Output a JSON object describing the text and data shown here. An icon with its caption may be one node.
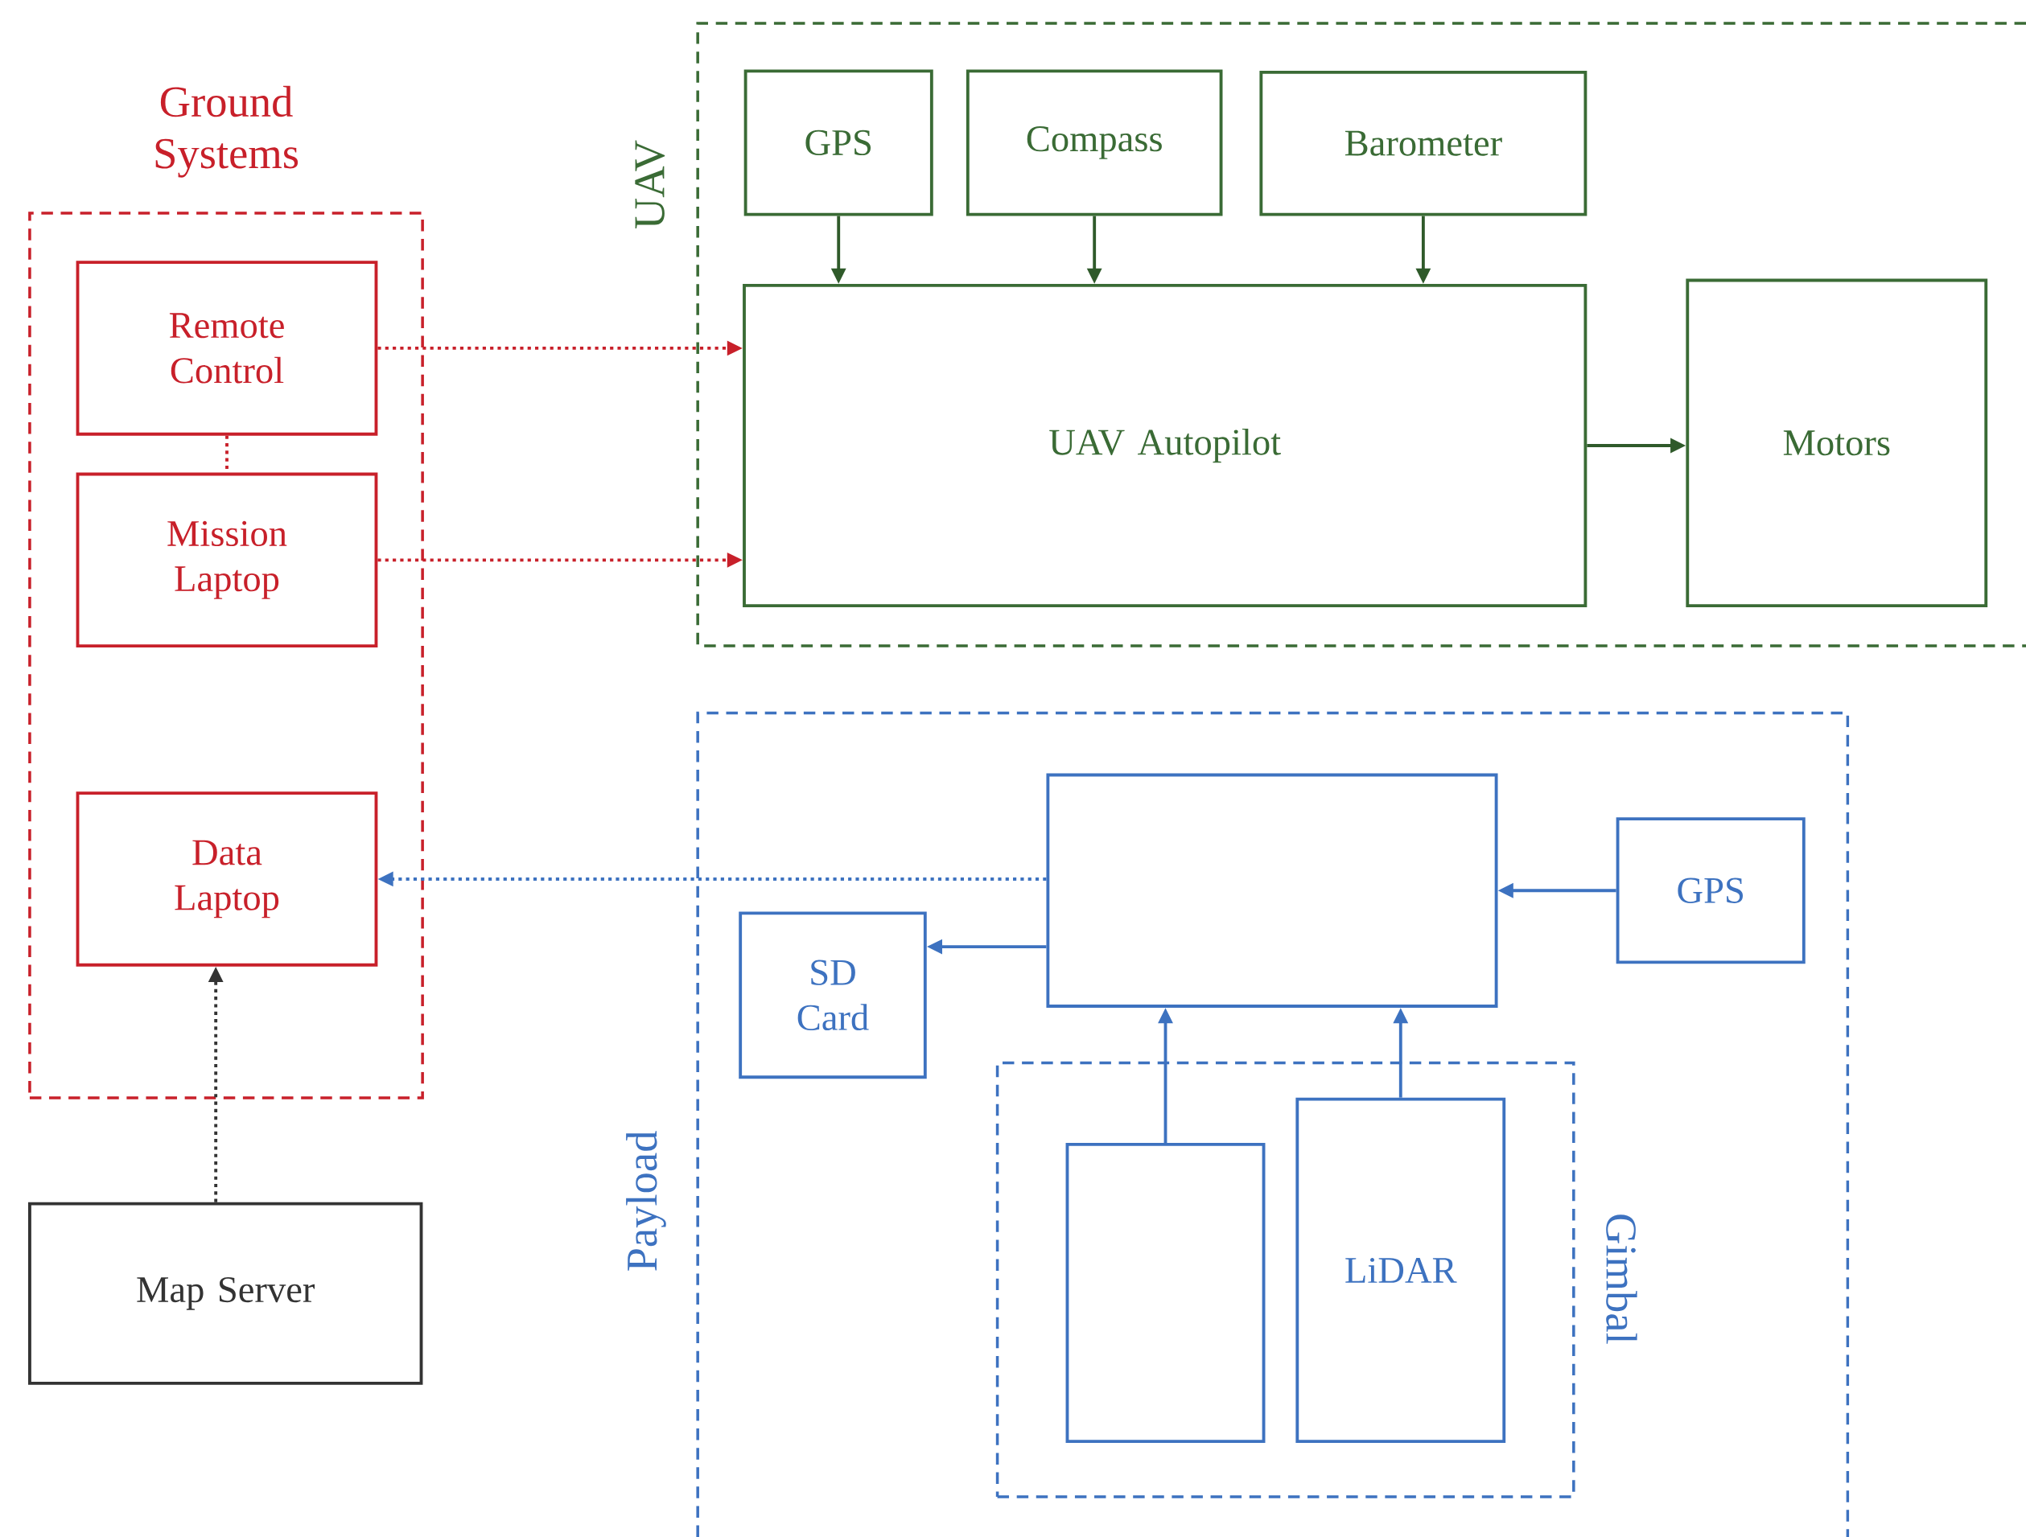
{
  "diagram": {
    "nodes": [
      {
        "text": [
          "Ground Systems"
        ]
      },
      {
        "text": [
          "Remote Control"
        ],
        "in": 0
      },
      {
        "text": [
          "Mission Laptop"
        ],
        "in": 0
      },
      {
        "text": [
          "Data Laptop"
        ],
        "in": 0
      },
      {
        "text": [
          "Map Server"
        ]
      },
      {
        "text": [
          "UAV"
        ]
      },
      {
        "text": [
          "GPS"
        ],
        "in": 5
      },
      {
        "text": [
          "Compass"
        ],
        "in": 5
      },
      {
        "text": [
          "Barometer"
        ],
        "in": 5
      },
      {
        "text": [
          "UAV Autopilot"
        ],
        "in": 5
      },
      {
        "text": [
          "Motors"
        ],
        "in": 5
      },
      {
        "text": [
          "Payload"
        ]
      },
      {
        "text": [],
        "shape": "box",
        "in": 11
      },
      {
        "text": [
          "GPS"
        ],
        "in": 11
      },
      {
        "text": [
          "SD Card"
        ],
        "in": 11
      },
      {
        "text": [
          "Gimbal"
        ],
        "in": 11
      },
      {
        "text": [],
        "shape": "box",
        "in": 15
      },
      {
        "text": [
          "LiDAR"
        ],
        "in": 15
      }
    ],
    "edges": [
      {
        "from": 1,
        "to": 9,
        "arrow": "to",
        "style": "dashed",
        "color": "#c8202a"
      },
      {
        "from": 2,
        "to": 9,
        "arrow": "to",
        "style": "dashed",
        "color": "#c8202a"
      },
      {
        "from": 1,
        "to": 2,
        "arrow": "none",
        "style": "dashed",
        "color": "#c8202a"
      },
      {
        "from": 12,
        "to": 3,
        "arrow": "to",
        "style": "dashed",
        "color": "#3d72c0"
      },
      {
        "from": 4,
        "to": 3,
        "arrow": "to",
        "style": "dashed",
        "color": "#333333"
      },
      {
        "from": 6,
        "to": 9,
        "arrow": "to",
        "color": "#2f5a2a"
      },
      {
        "from": 7,
        "to": 9,
        "arrow": "to",
        "color": "#2f5a2a"
      },
      {
        "from": 8,
        "to": 9,
        "arrow": "to",
        "color": "#2f5a2a"
      },
      {
        "from": 9,
        "to": 10,
        "arrow": "to",
        "color": "#2f5a2a"
      },
      {
        "from": 13,
        "to": 12,
        "arrow": "to",
        "color": "#3d72c0"
      },
      {
        "from": 12,
        "to": 14,
        "arrow": "to",
        "color": "#3d72c0"
      },
      {
        "from": 16,
        "to": 12,
        "arrow": "to",
        "color": "#3d72c0"
      },
      {
        "from": 17,
        "to": 12,
        "arrow": "to",
        "color": "#3d72c0"
      }
    ]
  }
}
